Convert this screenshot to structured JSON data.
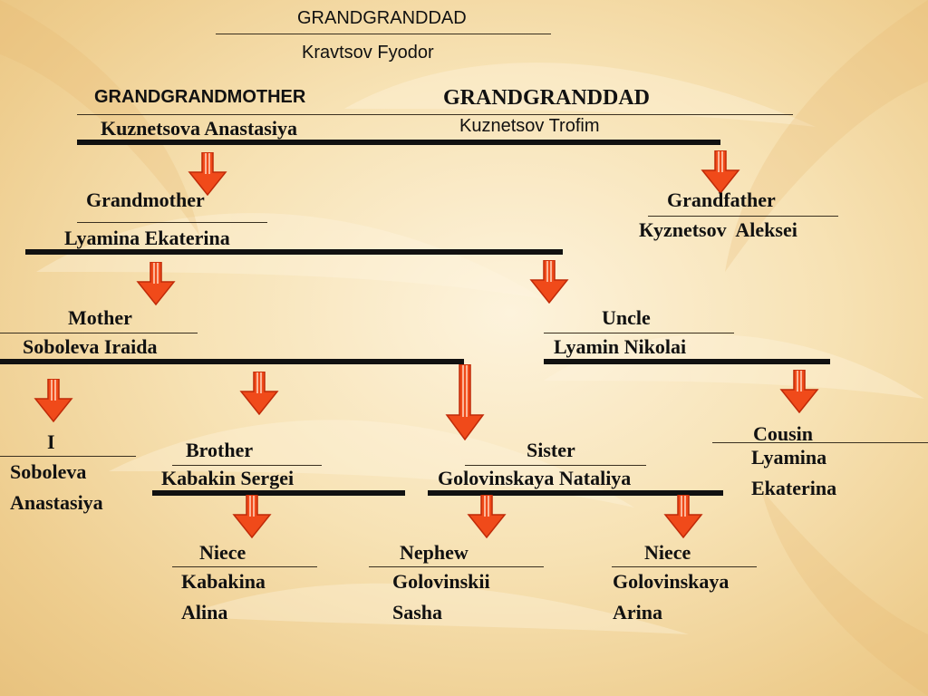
{
  "nodes": {
    "ggd_top": {
      "role": "GRANDGRANDDAD",
      "name": "Kravtsov Fyodor"
    },
    "ggm": {
      "role": "GRANDGRANDMOTHER",
      "name": "Kuznetsova Anastasiya"
    },
    "ggd_right": {
      "role": "GRANDGRANDDAD",
      "name": "Kuznetsov Trofim"
    },
    "grandmother": {
      "role": "Grandmother",
      "name": "Lyamina Ekaterina"
    },
    "grandfather": {
      "role": "Grandfather",
      "name": "Кyznetsov  Aleksei"
    },
    "mother": {
      "role": "Mother",
      "name": "Soboleva Iraida"
    },
    "uncle": {
      "role": "Uncle",
      "name": "Lyamin Nikolai"
    },
    "me": {
      "role": "I",
      "name1": "Soboleva",
      "name2": "Anastasiya"
    },
    "brother": {
      "role": "Brother",
      "name": "Kabakin Sergei"
    },
    "sister": {
      "role": "Sister",
      "name": "Golovinskaya Nataliya"
    },
    "cousin": {
      "role": "Cousin",
      "name1": "Lyamina",
      "name2": "Ekaterina"
    },
    "niece1": {
      "role": "Niece",
      "name1": "Kabakina",
      "name2": "Alina"
    },
    "nephew": {
      "role": "Nephew",
      "name1": "Golovinskii",
      "name2": "Sasha"
    },
    "niece2": {
      "role": "Niece",
      "name1": "Golovinskaya",
      "name2": "Arina"
    }
  },
  "colors": {
    "arrow_fill": "#f04a1a",
    "arrow_stroke": "#c02a08",
    "text": "#111111"
  },
  "icon": "down-arrow-icon"
}
